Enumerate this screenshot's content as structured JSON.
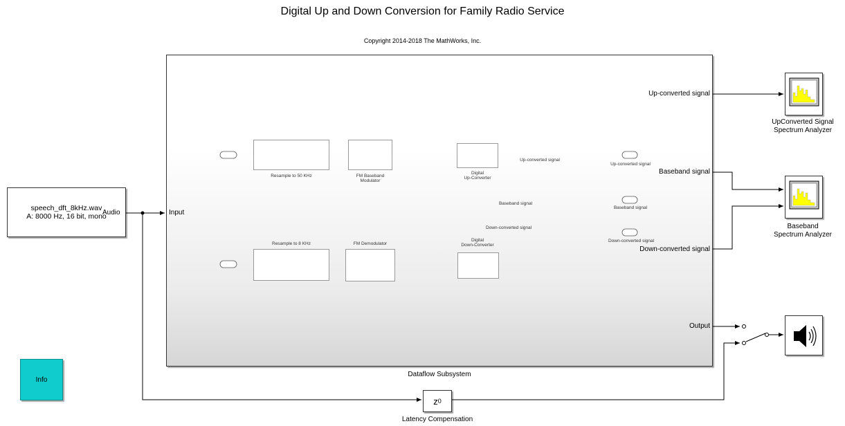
{
  "title": "Digital Up and Down Conversion for Family Radio Service",
  "copyright": "Copyright 2014-2018 The MathWorks, Inc.",
  "source_block": {
    "line1": "speech_dft_8kHz.wav",
    "line2": "A: 8000 Hz, 16 bit, mono",
    "out_port": "Audio"
  },
  "subsystem": {
    "name": "Dataflow Subsystem",
    "input_port": "Input",
    "output_ports": [
      "Up-converted signal",
      "Baseband signal",
      "Down-converted signal",
      "Output"
    ],
    "inner": {
      "resample_50": "Resample to 50 KHz",
      "fm_mod": "FM Baseband\nModulator",
      "upconv": "Digital\nUp-Converter",
      "resample_8": "Resample to 8 KHz",
      "fm_demod": "FM Demodulator",
      "downconv": "Digital\nDown-Converter",
      "sig_up": "Up-converted signal",
      "sig_base": "Baseband signal",
      "sig_down": "Down-converted signal",
      "out_up": "Up-converted signal",
      "out_base": "Baseband signal",
      "out_down": "Down-converted signal"
    }
  },
  "scopes": {
    "upconverted": "UpConverted Signal\nSpectrum Analyzer",
    "baseband": "Baseband\nSpectrum Analyzer"
  },
  "info_block": "Info",
  "delay": {
    "label": "z",
    "exponent": "0",
    "caption": "Latency Compensation"
  },
  "colors": {
    "info": "#11cccc",
    "scope_bars": "#ffff00"
  }
}
